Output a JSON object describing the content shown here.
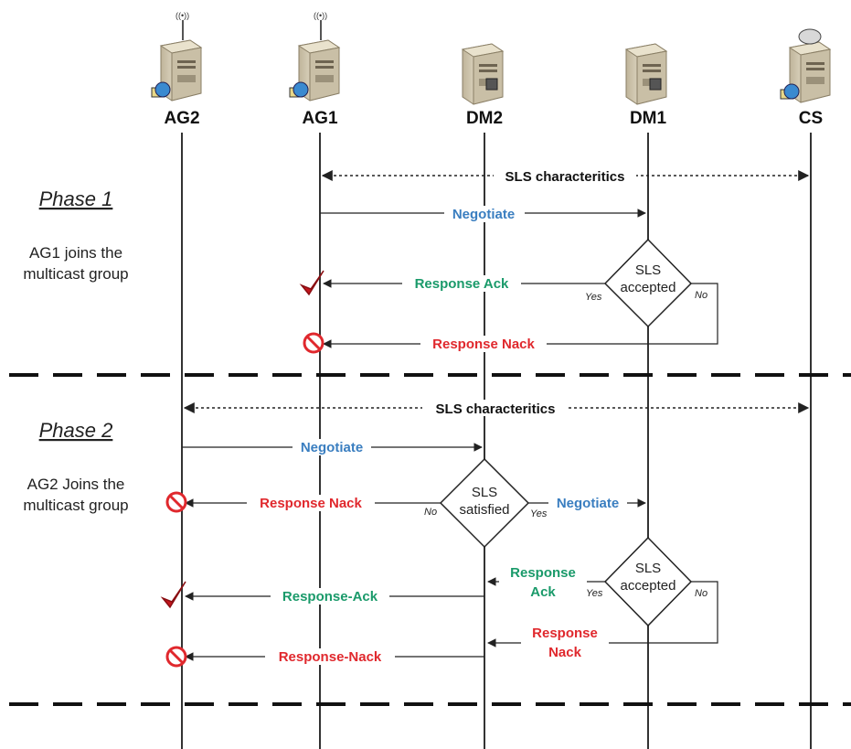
{
  "nodes": {
    "ag2": "AG2",
    "ag1": "AG1",
    "dm2": "DM2",
    "dm1": "DM1",
    "cs": "CS"
  },
  "phase1": {
    "title": "Phase 1",
    "desc_line1": "AG1 joins the",
    "desc_line2": "multicast group",
    "sls_characteristics": "SLS characteritics",
    "negotiate": "Negotiate",
    "response_ack": "Response Ack",
    "response_nack": "Response Nack",
    "decision_line1": "SLS",
    "decision_line2": "accepted",
    "yes": "Yes",
    "no": "No"
  },
  "phase2": {
    "title": "Phase 2",
    "desc_line1": "AG2 Joins the",
    "desc_line2": "multicast group",
    "sls_characteristics": "SLS characteritics",
    "negotiate_dm2": "Negotiate",
    "response_nack": "Response Nack",
    "negotiate_dm1": "Negotiate",
    "satisfied_line1": "SLS",
    "satisfied_line2": "satisfied",
    "satisfied_yes": "Yes",
    "satisfied_no": "No",
    "accepted_line1": "SLS",
    "accepted_line2": "accepted",
    "accepted_yes": "Yes",
    "accepted_no": "No",
    "dm_ack_line1": "Response",
    "dm_ack_line2": "Ack",
    "dm_nack_line1": "Response",
    "dm_nack_line2": "Nack",
    "response_ack": "Response-Ack",
    "response_nack_final": "Response-Nack"
  },
  "colors": {
    "negotiate": "#3a7ec0",
    "ack": "#1a9a6a",
    "nack": "#e0282d",
    "lines": "#333333"
  },
  "icons": {
    "ag": "access-gateway-server-icon",
    "dm": "domain-manager-server-icon",
    "cs": "content-server-icon",
    "accept": "red-checkmark-icon",
    "reject": "prohibited-icon"
  }
}
